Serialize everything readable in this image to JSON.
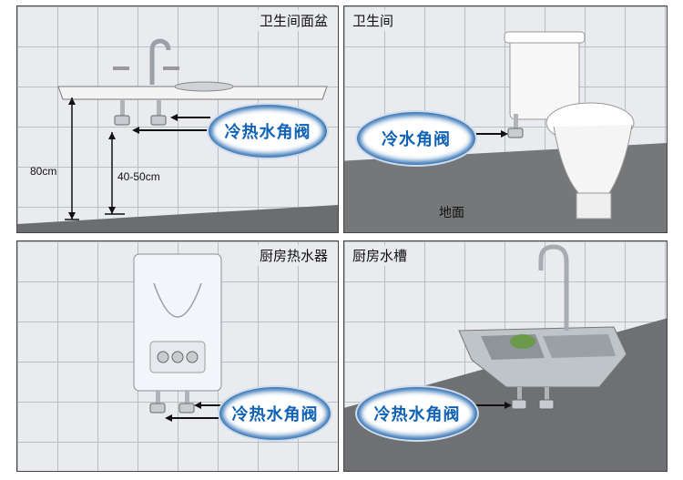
{
  "panels": {
    "basin": {
      "title": "卫生间面盆",
      "bubble": "冷热水角阀",
      "height_total": "80cm",
      "height_valve": "40-50cm"
    },
    "toilet": {
      "title": "卫生间",
      "bubble": "冷水角阀",
      "floor_label": "地面"
    },
    "heater": {
      "title": "厨房热水器",
      "bubble": "冷热水角阀"
    },
    "sink": {
      "title": "厨房水槽",
      "bubble": "冷热水角阀"
    }
  },
  "colors": {
    "accent": "#0f62b5",
    "arrow": "#111111",
    "floor": "#6b6d70"
  }
}
